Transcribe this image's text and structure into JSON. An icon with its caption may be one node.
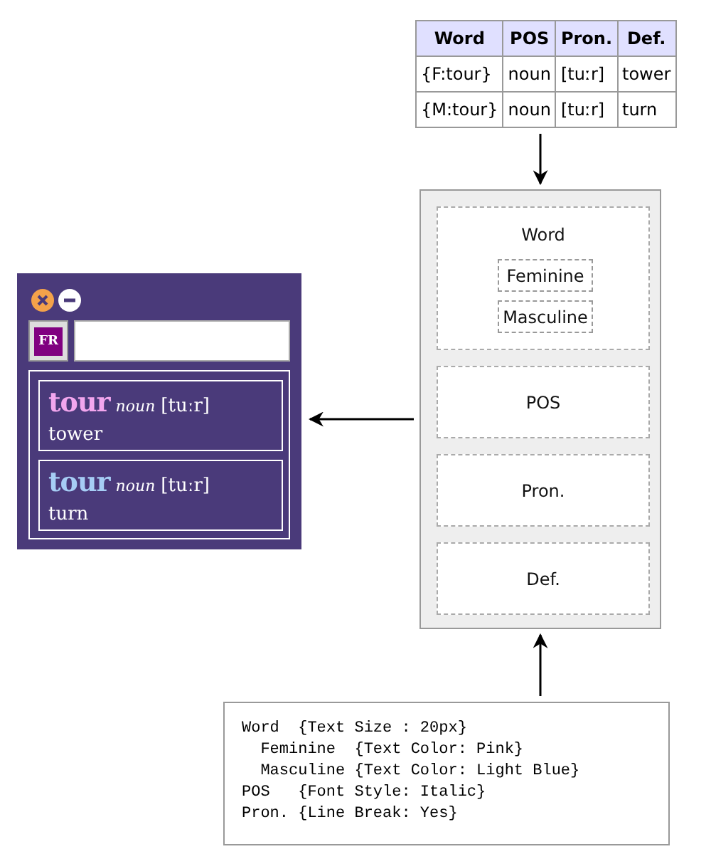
{
  "diagram": {
    "nodes": [
      {
        "text": [
          "Word",
          "POS",
          "Pron.",
          "Def.",
          "{F:tour}",
          "noun",
          "[tuːr]",
          "tower",
          "{M:tour}",
          "noun",
          "[tuːr]",
          "turn"
        ]
      },
      {
        "text": [],
        "shape": "box"
      },
      {
        "text": [
          "Word"
        ],
        "in": 1
      },
      {
        "text": [
          "Feminine"
        ],
        "in": 2
      },
      {
        "text": [
          "Masculine"
        ],
        "in": 2
      },
      {
        "text": [
          "POS"
        ],
        "in": 1
      },
      {
        "text": [
          "Pron."
        ],
        "in": 1
      },
      {
        "text": [
          "Def."
        ],
        "in": 1
      },
      {
        "text": [],
        "shape": "box"
      },
      {
        "text": [],
        "shape": "box",
        "in": 8
      },
      {
        "text": [
          "tour",
          "noun",
          "[tuːr]",
          "tower"
        ],
        "in": 9
      },
      {
        "text": [
          "tour",
          "noun",
          "[tuːr]",
          "turn"
        ],
        "in": 9
      },
      {
        "text": [
          "Word  {Text Size : 20px}",
          "  Feminine  {Text Color: Pink}",
          "  Masculine {Text Color: Light Blue}",
          "POS   {Font Style: Italic}",
          "Pron. {Line Break: Yes}"
        ]
      }
    ],
    "edges": [
      {
        "from": 0,
        "to": 1,
        "arrow": "to"
      },
      {
        "from": 1,
        "to": 8,
        "arrow": "to"
      },
      {
        "from": 12,
        "to": 1,
        "arrow": "to"
      }
    ],
    "labels": [
      "FR"
    ]
  }
}
